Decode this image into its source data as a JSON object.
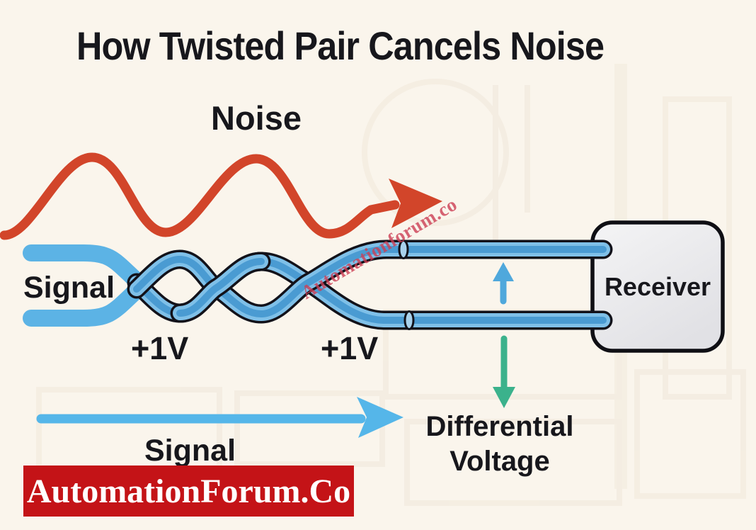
{
  "header": {
    "title": "How Twisted Pair Cancels Noise"
  },
  "diagram": {
    "noise_label": "Noise",
    "signal_left_label": "Signal",
    "plus1v_left_label": "+1V",
    "plus1v_right_label": "+1V",
    "receiver_label": "Receiver",
    "differential_line1": "Differential",
    "differential_line2": "Voltage",
    "signal_bottom_label": "Signal"
  },
  "watermark_text": "Automationforum.co",
  "footer": {
    "brand_text": "AutomationForum.Co"
  },
  "colors": {
    "bg_cream": "#faf5ec",
    "ink": "#17171c",
    "wave_red": "#d2452a",
    "fork_blue": "#5cb3e5",
    "wire_blue_light": "#7fc0e8",
    "wire_blue_core": "#4a9bd2",
    "wire_outline": "#12121a",
    "arrow_up_blue": "#4fa8dc",
    "arrow_down_green": "#3bb28c",
    "signal_arrow_blue": "#55b6e9",
    "receiver_border": "#0f0f14",
    "banner_red": "#c41317",
    "banner_text": "#ffffff",
    "watermark_pink": "#cd3e54"
  }
}
